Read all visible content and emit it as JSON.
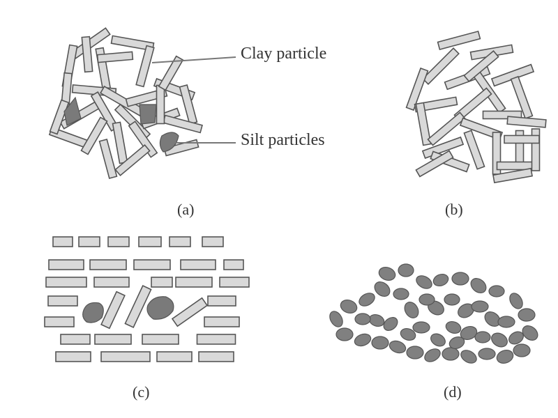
{
  "labels": {
    "clay_particle": "Clay particle",
    "silt_particles": "Silt particles"
  },
  "panels": {
    "a": "(a)",
    "b": "(b)",
    "c": "(c)",
    "d": "(d)"
  },
  "colors": {
    "clay_fill": "#d9d9d9",
    "outline": "#555555",
    "silt_fill": "#7a7a7a",
    "leader": "#777777"
  }
}
